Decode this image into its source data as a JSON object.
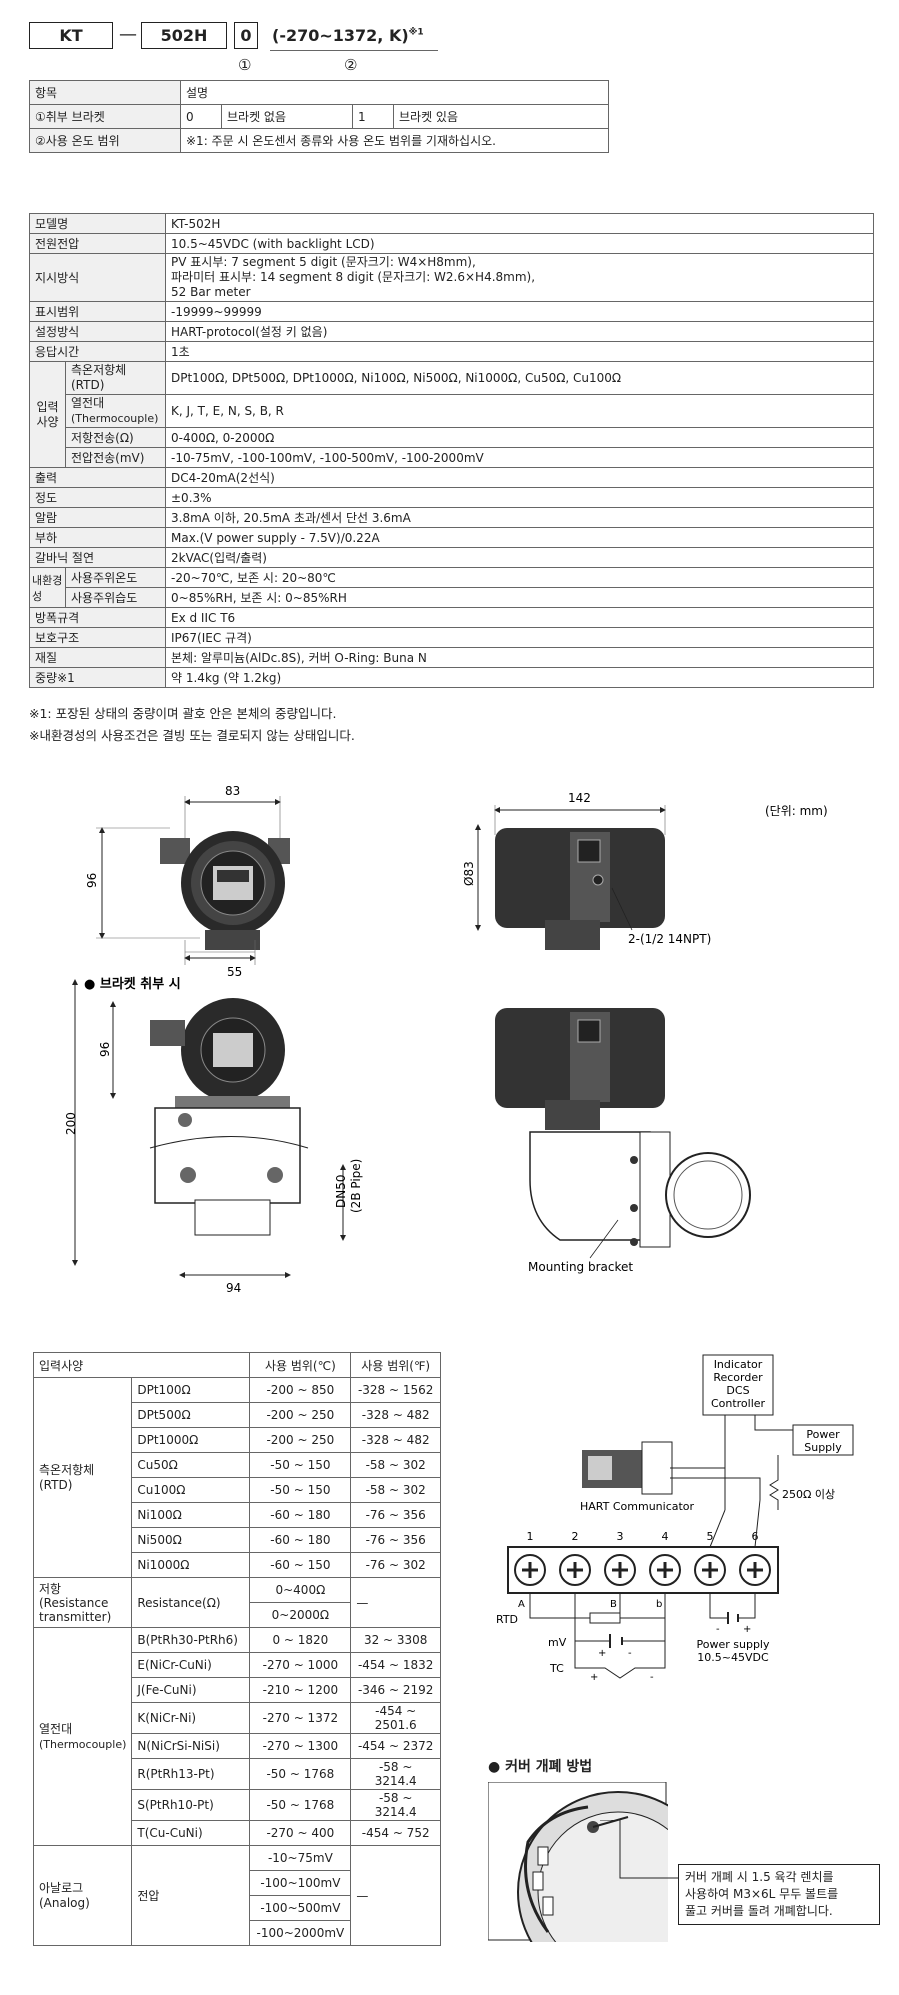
{
  "code": {
    "prefix": "KT",
    "dash": "—",
    "model": "502H",
    "opt": "0",
    "range": "(-270~1372, K)",
    "sup": "※1",
    "num1": "①",
    "num2": "②"
  },
  "opt_table": {
    "h1": "항목",
    "h2": "설명",
    "r1_label": "①취부 브라켓",
    "r1_c1": "0",
    "r1_c2": "브라켓 없음",
    "r1_c3": "1",
    "r1_c4": "브라켓 있음",
    "r2_label": "②사용 온도 범위",
    "r2_desc": "※1: 주문 시 온도센서 종류와 사용 온도 범위를 기재하십시오."
  },
  "spec": {
    "model_l": "모델명",
    "model_v": "KT-502H",
    "power_l": "전원전압",
    "power_v": "10.5~45VDC (with backlight LCD)",
    "disp_l": "지시방식",
    "disp_v1": "PV 표시부: 7 segment 5 digit (문자크기: W4×H8mm),",
    "disp_v2": "파라미터 표시부: 14 segment 8 digit (문자크기: W2.6×H4.8mm),",
    "disp_v3": "52 Bar meter",
    "range_l": "표시범위",
    "range_v": "-19999~99999",
    "set_l": "설정방식",
    "set_v": "HART-protocol(설정 키 없음)",
    "resp_l": "응답시간",
    "resp_v": "1초",
    "input_l1": "입력",
    "input_l2": "사양",
    "rtd_l1": "측온저항체",
    "rtd_l2": "(RTD)",
    "rtd_v": "DPt100Ω, DPt500Ω, DPt1000Ω, Ni100Ω, Ni500Ω, Ni1000Ω, Cu50Ω, Cu100Ω",
    "tc_l1": "열전대",
    "tc_l2": "(Thermocouple)",
    "tc_v": "K, J, T, E, N, S, B, R",
    "res_l": "저항전송(Ω)",
    "res_v": "0-400Ω, 0-2000Ω",
    "volt_l": "전압전송(mV)",
    "volt_v": "-10-75mV, -100-100mV, -100-500mV, -100-2000mV",
    "out_l": "출력",
    "out_v": "DC4-20mA(2선식)",
    "acc_l": "정도",
    "acc_v": "±0.3%",
    "alarm_l": "알람",
    "alarm_v": "3.8mA 이하, 20.5mA 초과/센서 단선 3.6mA",
    "load_l": "부하",
    "load_v": "Max.(V power supply - 7.5V)/0.22A",
    "galv_l": "갈바닉 절연",
    "galv_v": "2kVAC(입력/출력)",
    "env_l": "내환경성",
    "envt_l": "사용주위온도",
    "envt_v": "-20~70℃, 보존 시: 20~80℃",
    "envh_l": "사용주위습도",
    "envh_v": "0~85%RH, 보존 시: 0~85%RH",
    "ex_l": "방폭규격",
    "ex_v": "Ex d IIC T6",
    "prot_l": "보호구조",
    "prot_v": "IP67(IEC 규격)",
    "mat_l": "재질",
    "mat_v": "본체: 알루미늄(AlDc.8S), 커버 O-Ring: Buna N",
    "wt_l": "중량※1",
    "wt_v": "약 1.4kg (약 1.2kg)"
  },
  "notes": {
    "n1": "※1: 포장된 상태의 중량이며 괄호 안은 본체의 중량입니다.",
    "n2": "※내환경성의 사용조건은 결빙 또는 결로되지 않는 상태입니다."
  },
  "dims": {
    "unit": "(단위: mm)",
    "d83": "83",
    "d96": "96",
    "d55": "55",
    "d142": "142",
    "dphi83": "Ø83",
    "npt": "2-(1/2 14NPT)",
    "bracket_title": "● 브라켓 취부 시",
    "d200": "200",
    "d96b": "96",
    "d94": "94",
    "dn50": "DN50",
    "pipe": "(2B Pipe)",
    "mounting": "Mounting bracket"
  },
  "range_table": {
    "h1": "입력사양",
    "h2": "사용 범위(℃)",
    "h3": "사용 범위(℉)",
    "rtd_l1": "측온저항체",
    "rtd_l2": "(RTD)",
    "rtd": [
      [
        "DPt100Ω",
        "-200 ~ 850",
        "-328 ~ 1562"
      ],
      [
        "DPt500Ω",
        "-200 ~ 250",
        "-328 ~ 482"
      ],
      [
        "DPt1000Ω",
        "-200 ~ 250",
        "-328 ~ 482"
      ],
      [
        "Cu50Ω",
        "-50 ~ 150",
        "-58 ~ 302"
      ],
      [
        "Cu100Ω",
        "-50 ~ 150",
        "-58 ~ 302"
      ],
      [
        "Ni100Ω",
        "-60 ~ 180",
        "-76 ~ 356"
      ],
      [
        "Ni500Ω",
        "-60 ~ 180",
        "-76 ~ 356"
      ],
      [
        "Ni1000Ω",
        "-60 ~ 150",
        "-76 ~ 302"
      ]
    ],
    "res_l1": "저항",
    "res_l2": "(Resistance",
    "res_l3": "transmitter)",
    "res_name": "Resistance(Ω)",
    "res_v1": "0~400Ω",
    "res_v2": "0~2000Ω",
    "res_f": "—",
    "tc_l1": "열전대",
    "tc_l2": "(Thermocouple)",
    "tc": [
      [
        "B(PtRh30-PtRh6)",
        "0 ~ 1820",
        "32 ~ 3308"
      ],
      [
        "E(NiCr-CuNi)",
        "-270 ~ 1000",
        "-454 ~ 1832"
      ],
      [
        "J(Fe-CuNi)",
        "-210 ~ 1200",
        "-346 ~ 2192"
      ],
      [
        "K(NiCr-Ni)",
        "-270 ~ 1372",
        "-454 ~ 2501.6"
      ],
      [
        "N(NiCrSi-NiSi)",
        "-270 ~ 1300",
        "-454 ~ 2372"
      ],
      [
        "R(PtRh13-Pt)",
        "-50 ~ 1768",
        "-58 ~ 3214.4"
      ],
      [
        "S(PtRh10-Pt)",
        "-50 ~ 1768",
        "-58 ~ 3214.4"
      ],
      [
        "T(Cu-CuNi)",
        "-270 ~ 400",
        "-454 ~ 752"
      ]
    ],
    "an_l1": "아날로그",
    "an_l2": "(Analog)",
    "an_name": "전압",
    "an": [
      "-10~75mV",
      "-100~100mV",
      "-100~500mV",
      "-100~2000mV"
    ],
    "an_f": "—"
  },
  "wiring": {
    "ind1": "Indicator",
    "ind2": "Recorder",
    "ind3": "DCS",
    "ind4": "Controller",
    "ps1": "Power",
    "ps2": "Supply",
    "res": "250Ω 이상",
    "hart": "HART Communicator",
    "t1": "1",
    "t2": "2",
    "t3": "3",
    "t4": "4",
    "t5": "5",
    "t6": "6",
    "a": "A",
    "b": "B",
    "bs": "b",
    "rtd": "RTD",
    "mv": "mV",
    "tc": "TC",
    "plus": "+",
    "minus": "-",
    "ps_l1": "Power supply",
    "ps_l2": "10.5~45VDC"
  },
  "cover": {
    "title": "● 커버 개폐 방법",
    "t1": "커버 개폐 시 1.5 육각 렌치를",
    "t2": "사용하여 M3×6L 무두 볼트를",
    "t3": "풀고 커버를 돌려 개폐합니다."
  }
}
